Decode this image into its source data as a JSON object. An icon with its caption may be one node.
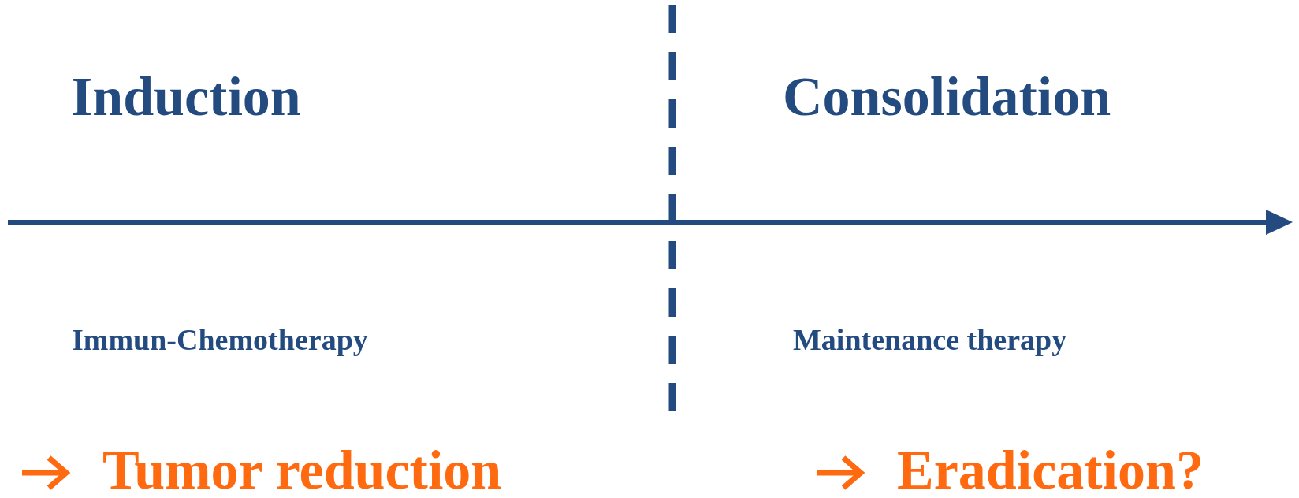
{
  "diagram": {
    "labels": [
      "Induction",
      "Consolidation",
      "Immun-Chemotherapy",
      "Maintenance therapy",
      "Tumor reduction",
      "Eradication?"
    ]
  }
}
